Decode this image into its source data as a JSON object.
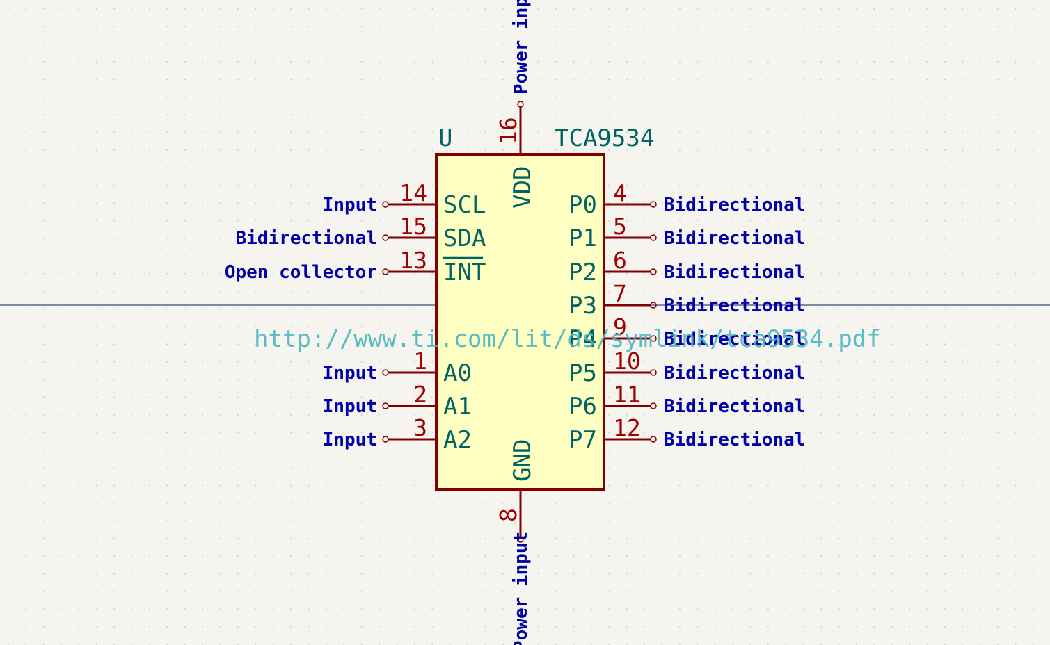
{
  "symbol": {
    "reference": "U",
    "value": "TCA9534",
    "datasheet": "http://www.ti.com/lit/ds/symlink/tca9534.pdf"
  },
  "left_pins": [
    {
      "number": "14",
      "name": "SCL",
      "type": "Input"
    },
    {
      "number": "15",
      "name": "SDA",
      "type": "Bidirectional"
    },
    {
      "number": "13",
      "name": "INT",
      "type": "Open collector"
    },
    {
      "number": "1",
      "name": "A0",
      "type": "Input"
    },
    {
      "number": "2",
      "name": "A1",
      "type": "Input"
    },
    {
      "number": "3",
      "name": "A2",
      "type": "Input"
    }
  ],
  "right_pins": [
    {
      "number": "4",
      "name": "P0",
      "type": "Bidirectional"
    },
    {
      "number": "5",
      "name": "P1",
      "type": "Bidirectional"
    },
    {
      "number": "6",
      "name": "P2",
      "type": "Bidirectional"
    },
    {
      "number": "7",
      "name": "P3",
      "type": "Bidirectional"
    },
    {
      "number": "9",
      "name": "P4",
      "type": "Bidirectional"
    },
    {
      "number": "10",
      "name": "P5",
      "type": "Bidirectional"
    },
    {
      "number": "11",
      "name": "P6",
      "type": "Bidirectional"
    },
    {
      "number": "12",
      "name": "P7",
      "type": "Bidirectional"
    }
  ],
  "top_pin": {
    "number": "16",
    "name": "VDD",
    "type": "Power input"
  },
  "bottom_pin": {
    "number": "8",
    "name": "GND",
    "type": "Power input"
  },
  "colors": {
    "background": "#f5f4ef",
    "body_fill": "#ffffc2",
    "body_outline": "#840000",
    "pin_line": "#840000",
    "pin_name": "#006464",
    "pin_number": "#a00000",
    "pin_type": "#0000a8",
    "datasheet": "#48b6c0",
    "grid_dot": "#c8c8c0",
    "axis": "#0a1a6a"
  }
}
